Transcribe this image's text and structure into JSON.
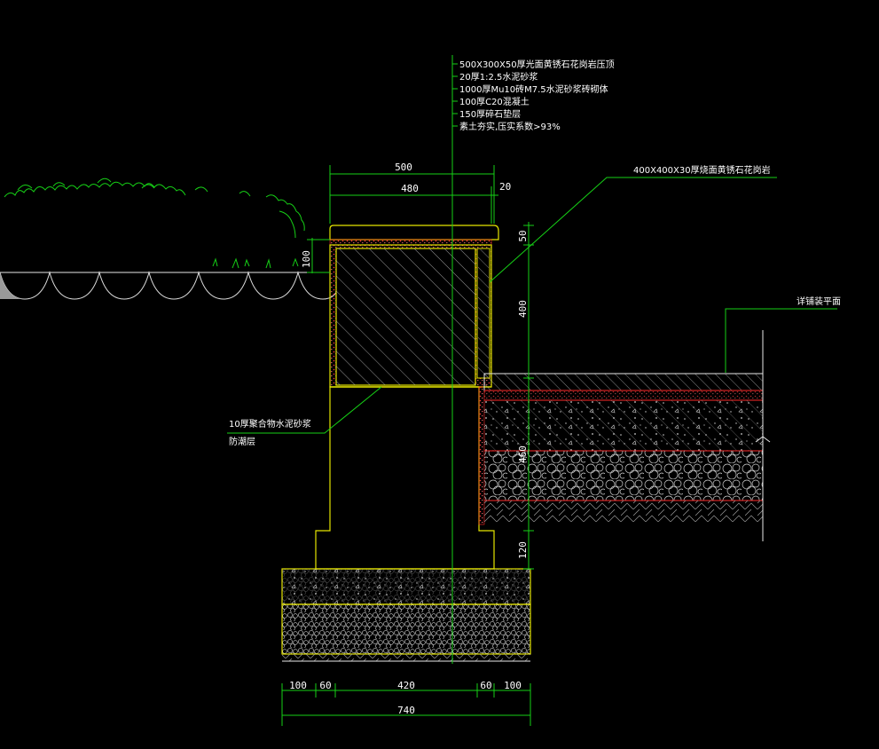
{
  "layer_notes": [
    "500X300X50厚光面黄锈石花岗岩压顶",
    "20厚1:2.5水泥砂浆",
    "1000厚Mu10砖M7.5水泥砂浆砖砌体",
    "100厚C20混凝土",
    "150厚碎石垫层",
    "素土夯实,压实系数>93%"
  ],
  "side_callout": "400X400X30厚烧面黄锈石花岗岩",
  "paving_callout": "详铺装平面",
  "waterproof_callout": [
    "10厚聚合物水泥砂浆",
    "防潮层"
  ],
  "dimensions": {
    "top_total": "500",
    "top_inner": "480",
    "top_offset": "20",
    "cap_height": "50",
    "wall_upper": "400",
    "wall_lower": "460",
    "footing_step": "120",
    "soil_step": "100",
    "bottom_segments": [
      "100",
      "60",
      "420",
      "60",
      "100"
    ],
    "bottom_total": "740"
  },
  "colors": {
    "background": "#000000",
    "dimension": "#16d016",
    "outline": "#e6e600",
    "mortar": "#ff2a2a",
    "hatch": "#bdbdbd",
    "text": "#ffffff"
  }
}
